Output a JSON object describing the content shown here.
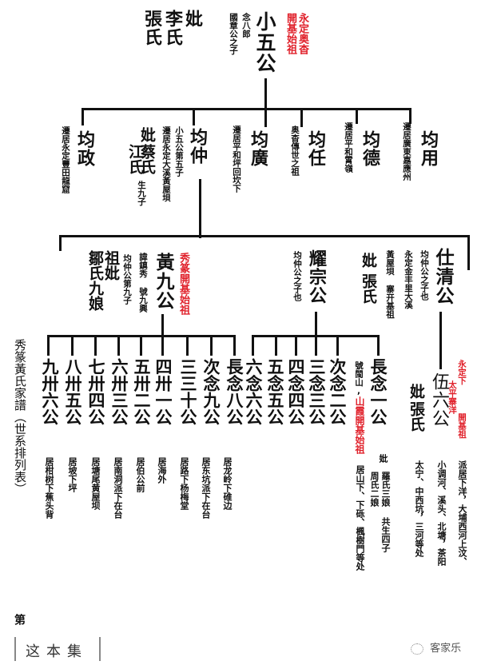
{
  "title": "秀篆黃氏家譜（世系排列表）",
  "gen1": {
    "name": "小五公",
    "wives": [
      "妣",
      "李氏",
      "張氏"
    ],
    "note_father": [
      "念八郎",
      "國章公之子"
    ],
    "founder_note": [
      "永定奥杳",
      "開基始祖"
    ]
  },
  "gen2": [
    {
      "name": "均政",
      "note": "遷居永定豐田龍窟"
    },
    {
      "name": "均仲",
      "note1": "小五公第五子",
      "note2": "遷居永定大溪黃屋垻",
      "wife": [
        "妣",
        "蔡氏",
        "江氏"
      ],
      "wife_note": "生九子"
    },
    {
      "name": "均廣",
      "note": "遷居平和坪回坎下"
    },
    {
      "name": "均任",
      "note": "奥杳傳世之祖"
    },
    {
      "name": "均德",
      "note": "遷居平和霄嶺"
    },
    {
      "name": "均用",
      "note": "遷居廣東嘉應州"
    }
  ],
  "gen3": {
    "huang_jiu": {
      "name": "黃九公",
      "founder_note": "秀篆開基始祖",
      "note1": "諱鎮秀 號九興",
      "note2": "均仲公第九子",
      "wife": [
        "祖妣",
        "鄒氏九娘"
      ]
    },
    "yao_zong": {
      "name": "耀宗公",
      "note": "均仲公之子也"
    },
    "shi_qing": {
      "name": "仕清公",
      "note1": "均仲公之子也",
      "note2": "永定金丰里大溪",
      "note3": "黃屋垻 寨开基祖",
      "wife": [
        "妣",
        "張氏"
      ]
    }
  },
  "gen4_left": [
    {
      "name": "九卅六公",
      "res": "居柑树下蕉头背"
    },
    {
      "name": "八卅五公",
      "res": "居坡下坪"
    },
    {
      "name": "七卅四公",
      "res": "居塘尾黄屋坝"
    },
    {
      "name": "六卅三公",
      "res": "居南洞派下在台"
    },
    {
      "name": "五卅二公",
      "res": "居伯公前"
    },
    {
      "name": "四卅一公",
      "res": "居海外"
    },
    {
      "name": "三三十公",
      "res": "居路下杨梅堂"
    },
    {
      "name": "次念九公",
      "res": "居东坑派下在台"
    },
    {
      "name": "長念八公",
      "res": "居龙岭下碓边"
    }
  ],
  "gen4_right": [
    {
      "name": "六念六公"
    },
    {
      "name": "五念五公"
    },
    {
      "name": "四念四公"
    },
    {
      "name": "三念三公"
    },
    {
      "name": "次念二公"
    },
    {
      "name": "長念一公",
      "note_red": "山霞開基始祖",
      "note_black": "號閩山,",
      "res": "居山下、下砾、楓樹門等处",
      "wife": [
        "妣",
        "羅氏三娘 共生四子",
        "周氏二娘"
      ]
    }
  ],
  "gen4_shiqing": {
    "name": "伍六公",
    "wife": [
      "妣",
      "張氏"
    ],
    "founder_note": [
      "永定下",
      "太平寨洋",
      "開基祖"
    ],
    "res": [
      "派居下洋，大埔西河上汶、",
      "小调河、溪头、北塘，茶阳",
      "太宁、中西坑，三河等处"
    ]
  },
  "footer": {
    "seal_prefix": "第",
    "seal_text": "这本集"
  },
  "watermark": {
    "icon": "wechat-icon",
    "text": "客家乐"
  }
}
